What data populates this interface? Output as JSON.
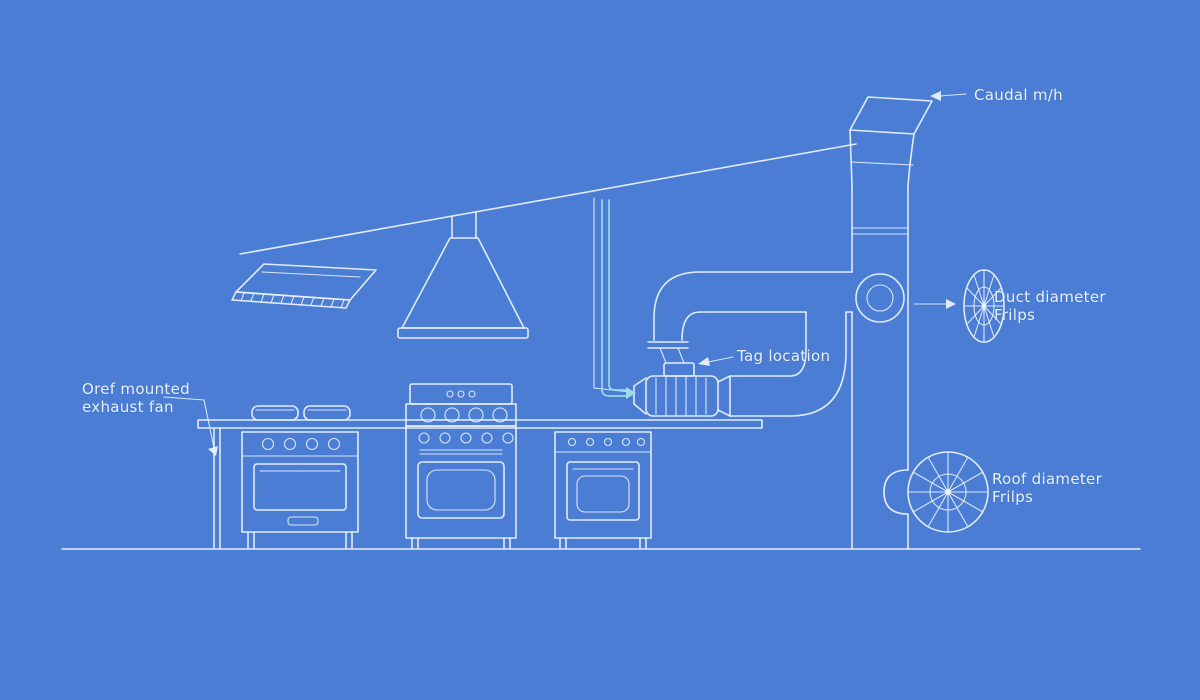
{
  "canvas": {
    "bg": "#4a7dd3",
    "line": "#e9f1fc",
    "accent": "#9fdde6"
  },
  "labels": {
    "caudal": "Caudal m/h",
    "duct_diameter": {
      "line1": "Duct diameter",
      "line2": "Frilps"
    },
    "tag_location": "Tag location",
    "roof_fan": {
      "line1": "Oref mounted",
      "line2": "exhaust fan"
    },
    "roof_diameter": {
      "line1": "Roof diameter",
      "line2": "Frilps"
    }
  }
}
